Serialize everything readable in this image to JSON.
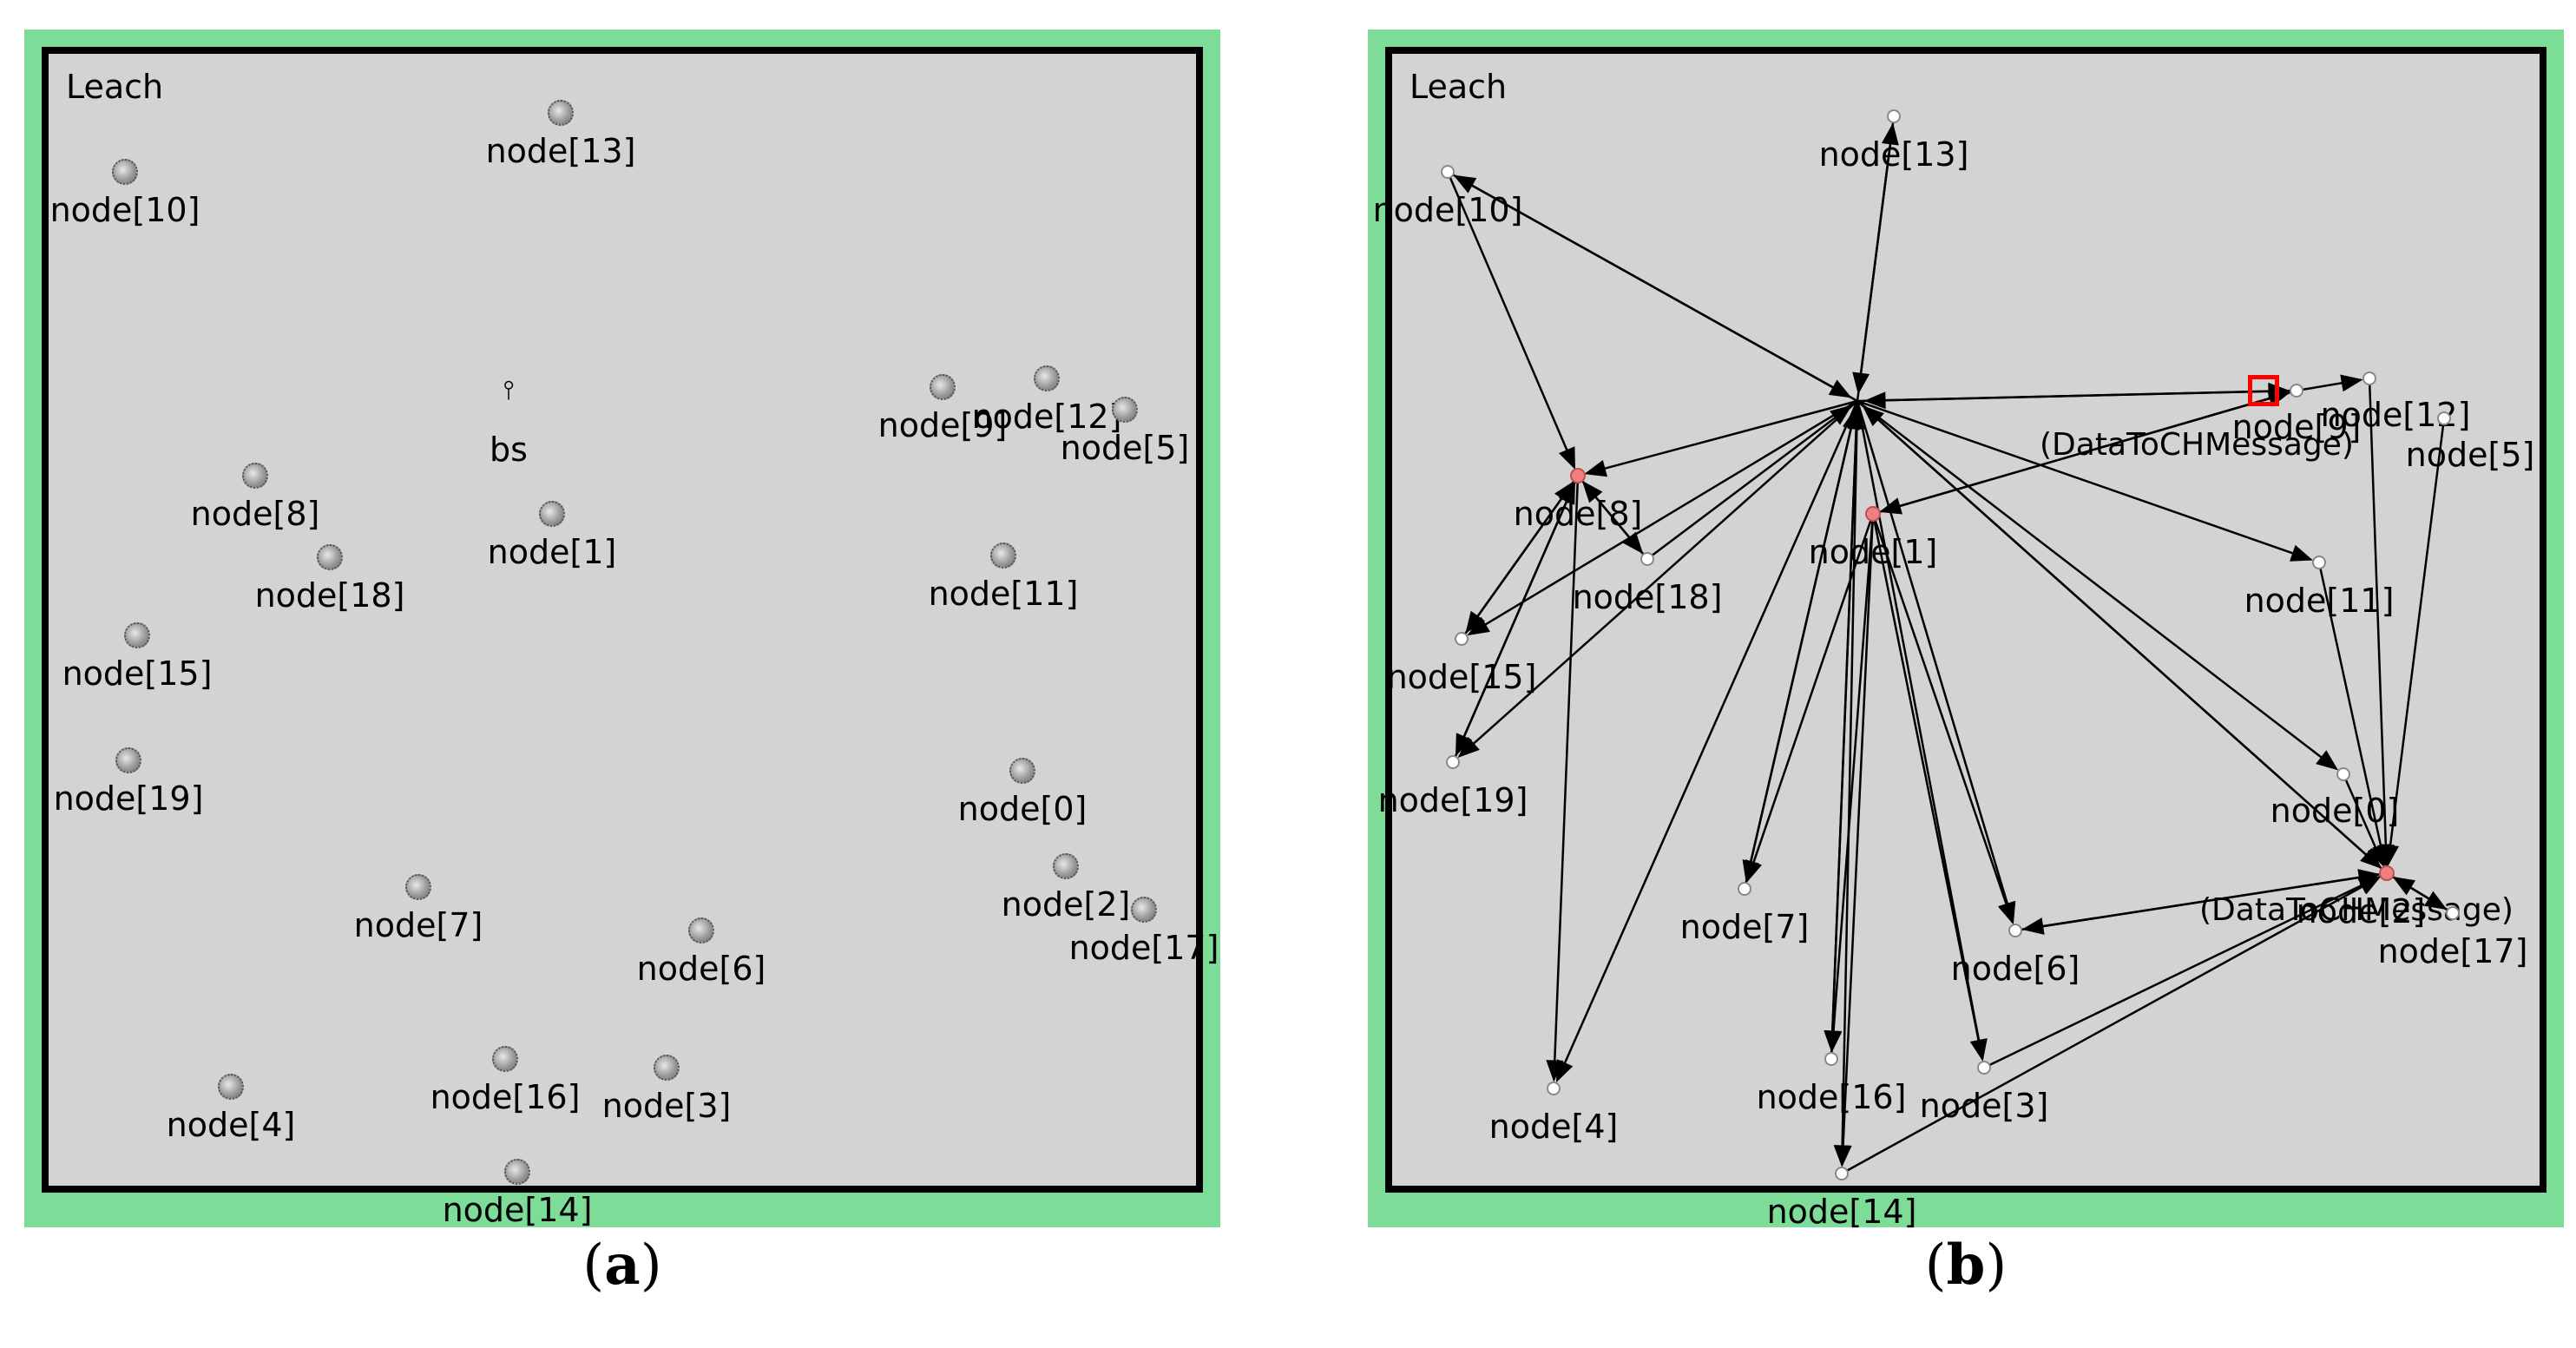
{
  "panel_a": {
    "title": "Leach",
    "caption_letter": "a",
    "bs_label": "bs",
    "bs_icon": "antenna-icon",
    "nodes": [
      {
        "id": "node[10]"
      },
      {
        "id": "node[13]"
      },
      {
        "id": "node[9]"
      },
      {
        "id": "node[12]"
      },
      {
        "id": "node[5]"
      },
      {
        "id": "node[8]"
      },
      {
        "id": "node[1]"
      },
      {
        "id": "node[18]"
      },
      {
        "id": "node[11]"
      },
      {
        "id": "node[15]"
      },
      {
        "id": "node[19]"
      },
      {
        "id": "node[0]"
      },
      {
        "id": "node[2]"
      },
      {
        "id": "node[17]"
      },
      {
        "id": "node[7]"
      },
      {
        "id": "node[6]"
      },
      {
        "id": "node[4]"
      },
      {
        "id": "node[16]"
      },
      {
        "id": "node[3]"
      },
      {
        "id": "node[14]"
      }
    ]
  },
  "panel_b": {
    "title": "Leach",
    "caption_letter": "b",
    "messages": [
      "(DataToCHMessage)",
      "(DataToCHMessage)"
    ],
    "cluster_heads": [
      "node[8]",
      "node[1]",
      "node[2]"
    ],
    "nodes": [
      {
        "id": "node[10]"
      },
      {
        "id": "node[13]"
      },
      {
        "id": "node[9]"
      },
      {
        "id": "node[12]"
      },
      {
        "id": "node[5]"
      },
      {
        "id": "node[8]"
      },
      {
        "id": "node[1]"
      },
      {
        "id": "node[18]"
      },
      {
        "id": "node[11]"
      },
      {
        "id": "node[15]"
      },
      {
        "id": "node[19]"
      },
      {
        "id": "node[0]"
      },
      {
        "id": "node[2]"
      },
      {
        "id": "node[17]"
      },
      {
        "id": "node[7]"
      },
      {
        "id": "node[6]"
      },
      {
        "id": "node[4]"
      },
      {
        "id": "node[16]"
      },
      {
        "id": "node[3]"
      },
      {
        "id": "node[14]"
      }
    ]
  },
  "colors": {
    "frame": "#7ddc98",
    "canvas": "#d3d3d3",
    "cluster_head": "#f08080",
    "selection": "#ff0000"
  }
}
